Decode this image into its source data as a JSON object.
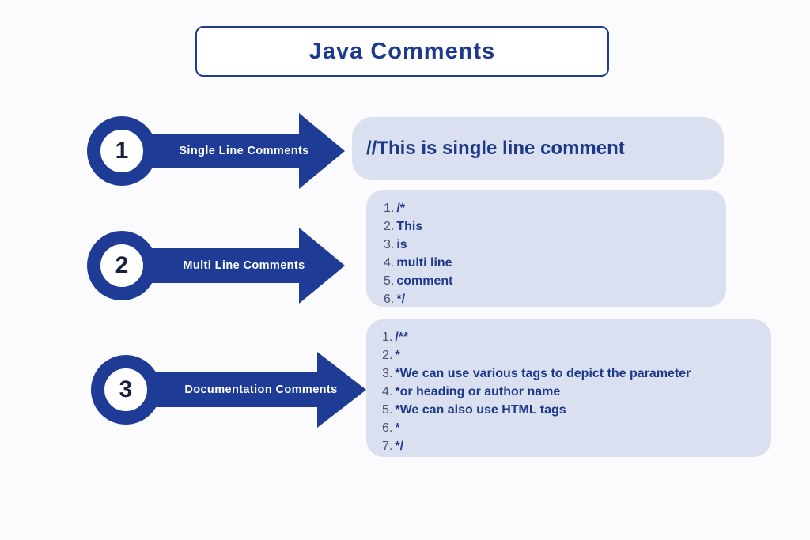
{
  "title": {
    "text": "Java Comments"
  },
  "colors": {
    "navy": "#1e3c96",
    "title_text": "#1e3a8a",
    "box_background": "#dae0f0",
    "box_text": "#1d3a88",
    "circle_number": "#17203c",
    "list_marker": "#4a5372",
    "page_background": "#fbfbfd"
  },
  "sections": [
    {
      "number": "1",
      "label": "Single Line Comments",
      "content": "//This is single line comment"
    },
    {
      "number": "2",
      "label": "Multi Line Comments",
      "lines": [
        {
          "marker": "1.",
          "text": "/*"
        },
        {
          "marker": "2.",
          "text": "This"
        },
        {
          "marker": "3.",
          "text": "is"
        },
        {
          "marker": "4.",
          "text": "multi line"
        },
        {
          "marker": "5.",
          "text": "comment"
        },
        {
          "marker": "6.",
          "text": "*/"
        }
      ]
    },
    {
      "number": "3",
      "label": "Documentation Comments",
      "lines": [
        {
          "marker": "1.",
          "text": "/**"
        },
        {
          "marker": "2.",
          "text": "*"
        },
        {
          "marker": "3.",
          "text": "*We can use various tags to depict the parameter"
        },
        {
          "marker": "4.",
          "text": "*or heading or author name"
        },
        {
          "marker": "5.",
          "text": "*We can also use HTML tags"
        },
        {
          "marker": "6.",
          "text": "*"
        },
        {
          "marker": "7.",
          "text": "*/"
        }
      ]
    }
  ]
}
